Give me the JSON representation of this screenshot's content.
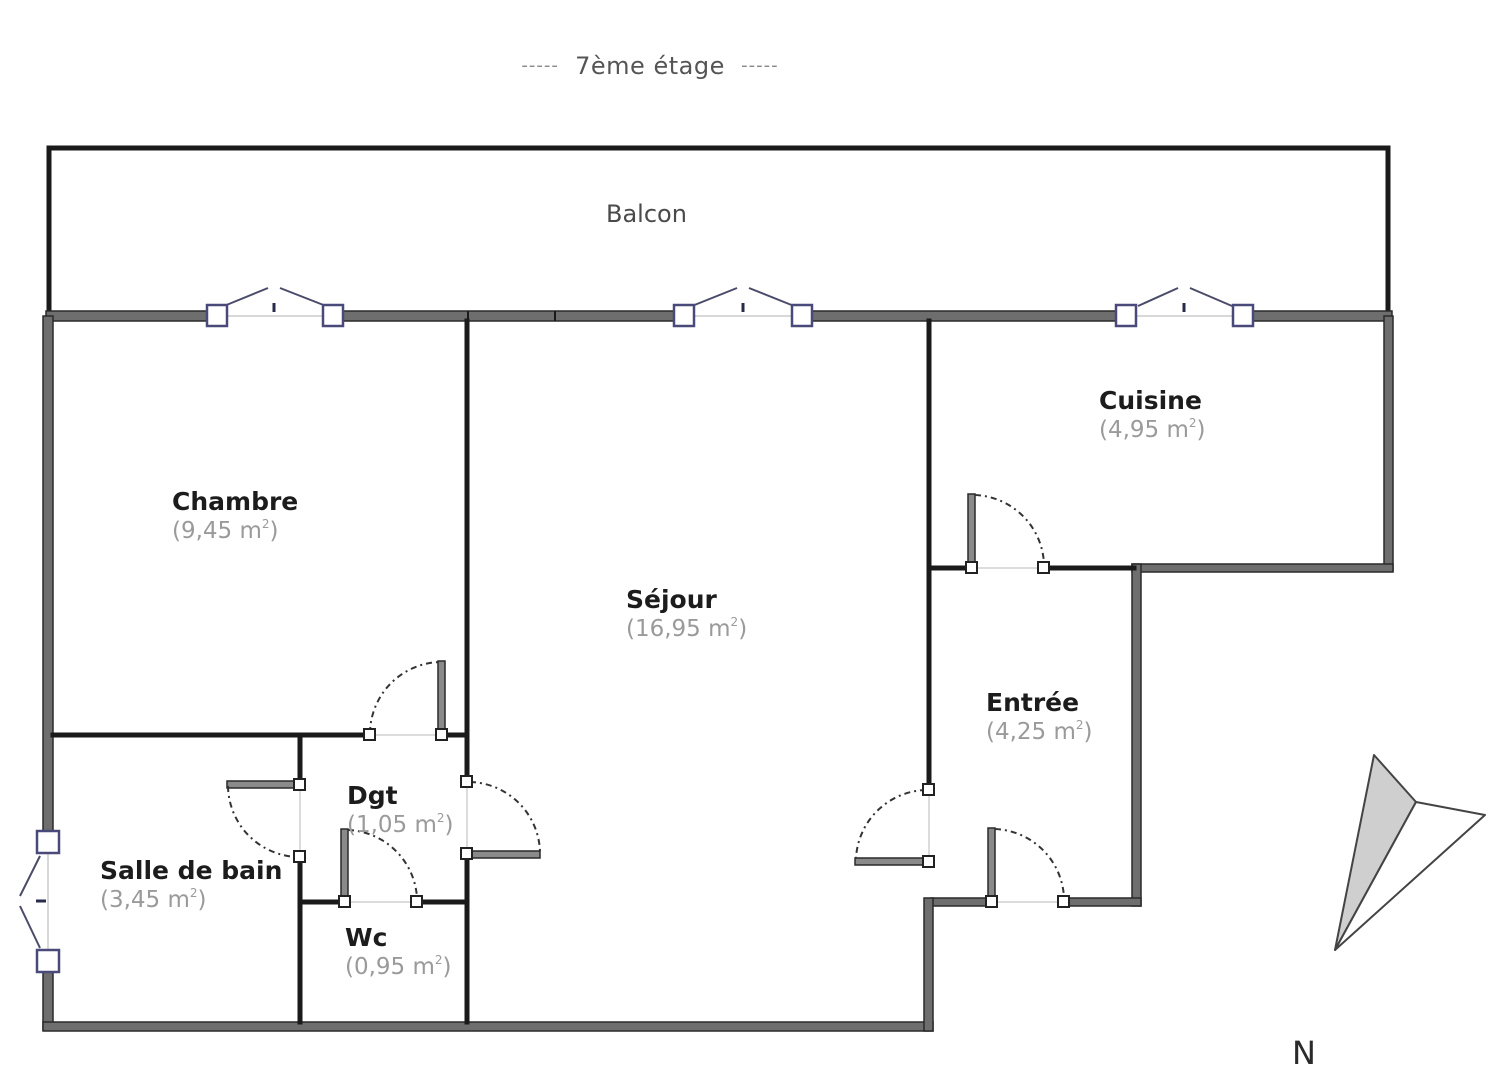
{
  "floor": {
    "title": "7ème étage",
    "dashes_left": "-----",
    "dashes_right": "-----"
  },
  "outdoor": {
    "balcon": {
      "name": "Balcon"
    }
  },
  "rooms": {
    "chambre": {
      "name": "Chambre",
      "area_value": "(9,45 m",
      "area_unit_sup": "2",
      "area_close": ")"
    },
    "sejour": {
      "name": "Séjour",
      "area_value": "(16,95 m",
      "area_unit_sup": "2",
      "area_close": ")"
    },
    "cuisine": {
      "name": "Cuisine",
      "area_value": "(4,95 m",
      "area_unit_sup": "2",
      "area_close": ")"
    },
    "entree": {
      "name": "Entrée",
      "area_value": "(4,25 m",
      "area_unit_sup": "2",
      "area_close": ")"
    },
    "dgt": {
      "name": "Dgt",
      "area_value": "(1,05 m",
      "area_unit_sup": "2",
      "area_close": ")"
    },
    "salle_de_bain": {
      "name": "Salle de bain",
      "area_value": "(3,45 m",
      "area_unit_sup": "2",
      "area_close": ")"
    },
    "wc": {
      "name": "Wc",
      "area_value": "(0,95 m",
      "area_unit_sup": "2",
      "area_close": ")"
    }
  },
  "compass": {
    "label": "N",
    "icon": "compass-arrow-icon"
  },
  "colors": {
    "wall_dark": "#1a1a1a",
    "wall_gray": "#707070",
    "window_frame": "#4a4a7a",
    "door_leaf": "#808080",
    "compass_fill": "#cfcfcf",
    "area_text": "#9a9a9a"
  }
}
